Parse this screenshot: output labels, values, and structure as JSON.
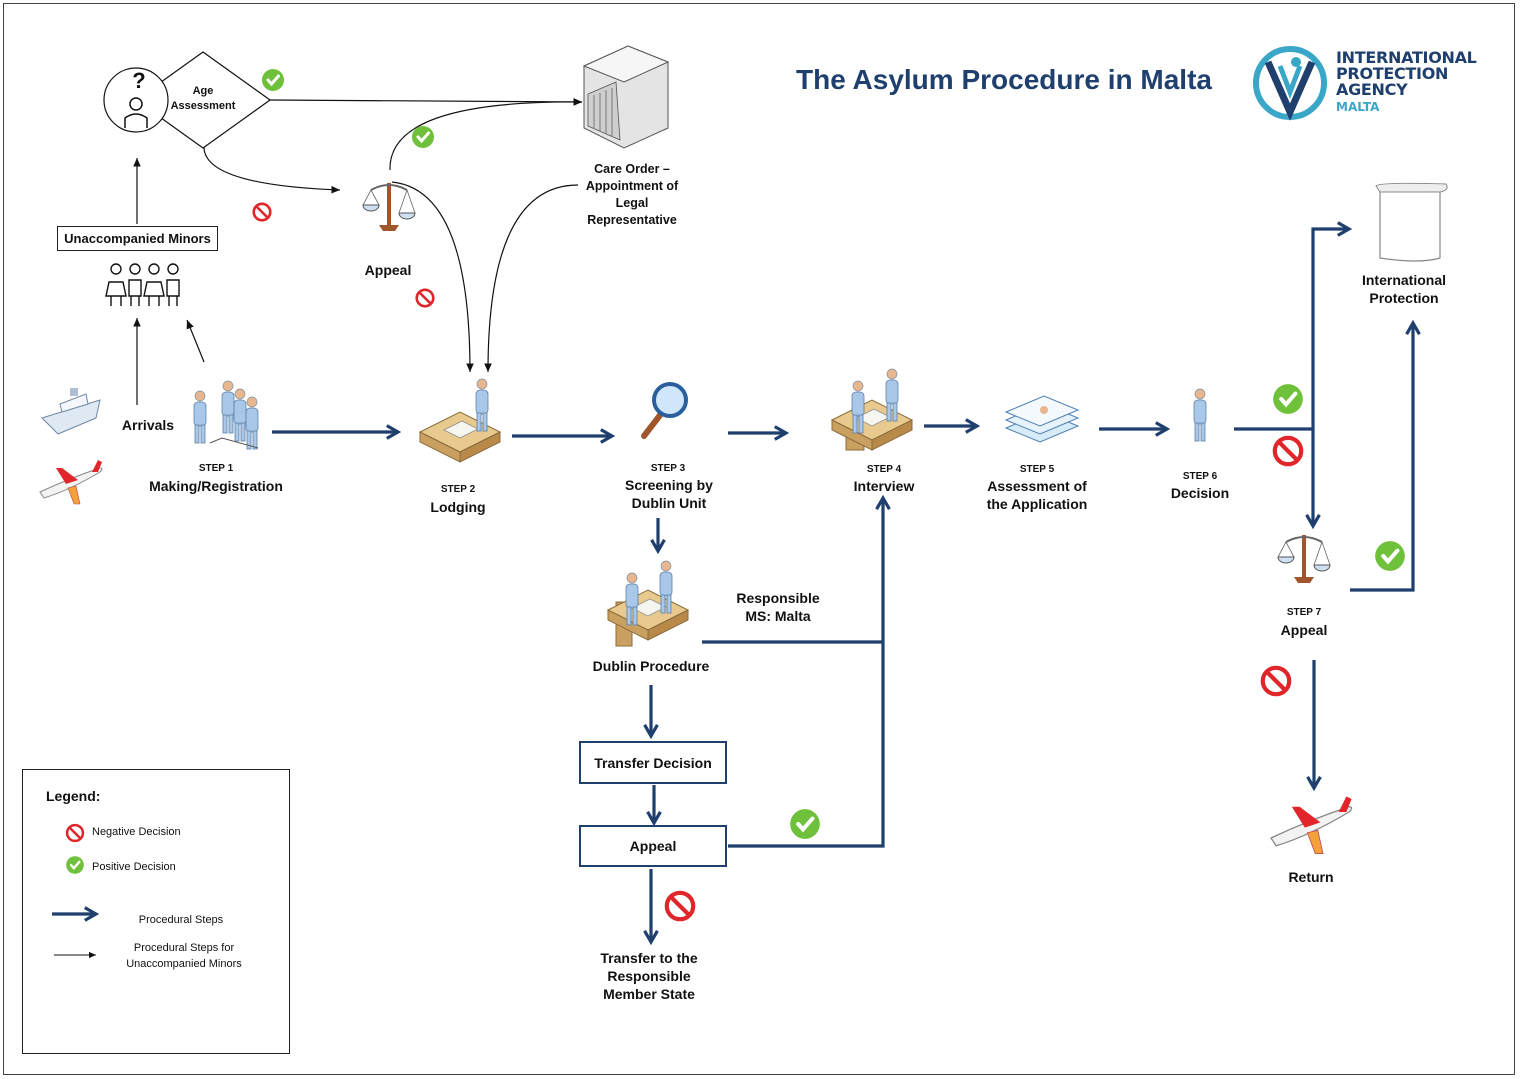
{
  "title": "The Asylum Procedure in Malta",
  "logo": {
    "lines": [
      "INTERNATIONAL",
      "PROTECTION",
      "AGENCY"
    ],
    "sub": "MALTA",
    "colors": {
      "navy": "#1f3f6e",
      "teal": "#3aa6c8"
    }
  },
  "colors": {
    "procedural_arrow": "#1f3f6e",
    "positive": "#6fc03a",
    "negative": "#e0262b"
  },
  "minors": {
    "age_assessment": "Age\nAssessment",
    "question_mark": "?",
    "unaccompanied_minors": "Unaccompanied Minors",
    "appeal": "Appeal",
    "care_order": "Care Order –\nAppointment of\nLegal\nRepresentative"
  },
  "arrivals": "Arrivals",
  "steps": [
    {
      "step": "STEP 1",
      "label": "Making/Registration"
    },
    {
      "step": "STEP 2",
      "label": "Lodging"
    },
    {
      "step": "STEP 3",
      "label": "Screening by\nDublin Unit"
    },
    {
      "step": "STEP 4",
      "label": "Interview"
    },
    {
      "step": "STEP 5",
      "label": "Assessment of\nthe Application"
    },
    {
      "step": "STEP 6",
      "label": "Decision"
    },
    {
      "step": "STEP 7",
      "label": "Appeal"
    }
  ],
  "dublin": {
    "procedure": "Dublin Procedure",
    "responsible_ms": "Responsible\nMS: Malta",
    "transfer_decision": "Transfer Decision",
    "appeal": "Appeal",
    "transfer_to": "Transfer to the\nResponsible\nMember State"
  },
  "outcomes": {
    "international_protection": "International\nProtection",
    "return": "Return"
  },
  "legend": {
    "title": "Legend:",
    "negative": "Negative Decision",
    "positive": "Positive Decision",
    "procedural": "Procedural Steps",
    "minors": "Procedural Steps for\nUnaccompanied Minors"
  },
  "icons": [
    "ship-icon",
    "plane-icon",
    "people-group-icon",
    "children-icon",
    "person-icon",
    "scales-icon",
    "courthouse-icon",
    "magnifier-icon",
    "desk-meeting-icon",
    "documents-icon",
    "scroll-icon",
    "check-icon",
    "no-icon"
  ]
}
